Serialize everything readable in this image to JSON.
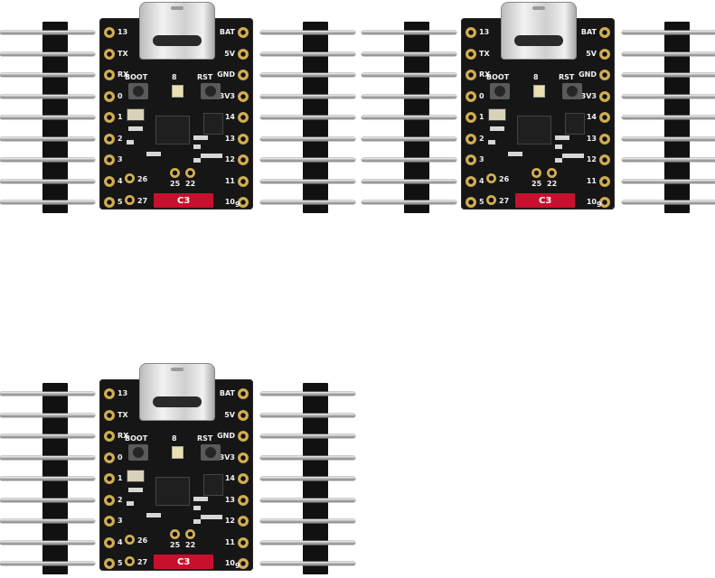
{
  "boards": [
    {
      "id": 1
    },
    {
      "id": 2
    },
    {
      "id": 3
    }
  ],
  "silkscreen": {
    "left_labels": [
      "13",
      "TX",
      "RX",
      "0",
      "1",
      "2",
      "3",
      "4",
      "5"
    ],
    "right_labels": [
      "BAT",
      "5V",
      "GND",
      "3V3",
      "14",
      "13",
      "12",
      "11",
      "10"
    ],
    "bottom_labels": [
      "26",
      "25",
      "22",
      "27"
    ],
    "boot": "BOOT",
    "led_num": "8",
    "rst": "RST",
    "chip_mark": "C3",
    "bottom_edge": "9"
  },
  "colors": {
    "pcb": "#161616",
    "pad_gold": "#d9b75a",
    "pin_silver": "#b8b8b8",
    "header_black": "#111111",
    "accent_red": "#c8102e"
  }
}
